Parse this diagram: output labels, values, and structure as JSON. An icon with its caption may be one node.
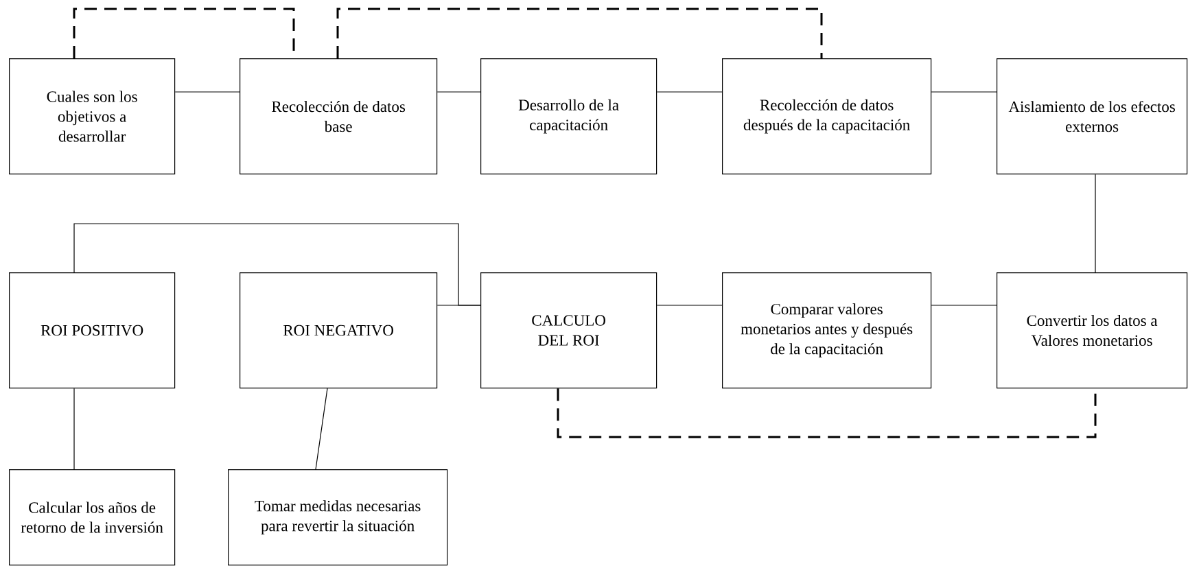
{
  "diagram": {
    "nodes": [
      {
        "text": [
          "Cuales son los objetivos a desarrollar"
        ]
      },
      {
        "text": [
          "Recolección de datos base"
        ]
      },
      {
        "text": [
          "Desarrollo de la capacitación"
        ]
      },
      {
        "text": [
          "Recolección de datos después de la capacitación"
        ]
      },
      {
        "text": [
          "Aislamiento de los efectos externos"
        ]
      },
      {
        "text": [
          "ROI POSITIVO"
        ]
      },
      {
        "text": [
          "ROI NEGATIVO"
        ]
      },
      {
        "text": [
          "CALCULO DEL ROI"
        ]
      },
      {
        "text": [
          "Comparar valores monetarios antes y después de la capacitación"
        ]
      },
      {
        "text": [
          "Convertir los datos a Valores monetarios"
        ]
      },
      {
        "text": [
          "Calcular los años de retorno de la inversión"
        ]
      },
      {
        "text": [
          "Tomar medidas necesarias para revertir la situación"
        ]
      }
    ],
    "edges": [
      {
        "from": 0,
        "to": 1,
        "arrow": "none"
      },
      {
        "from": 1,
        "to": 2,
        "arrow": "none"
      },
      {
        "from": 2,
        "to": 3,
        "arrow": "none"
      },
      {
        "from": 3,
        "to": 4,
        "arrow": "none"
      },
      {
        "from": 0,
        "to": 1,
        "arrow": "none",
        "style": "dashed"
      },
      {
        "from": 1,
        "to": 3,
        "arrow": "none",
        "style": "dashed"
      },
      {
        "from": 4,
        "to": 9,
        "arrow": "none"
      },
      {
        "from": 9,
        "to": 8,
        "arrow": "none"
      },
      {
        "from": 8,
        "to": 7,
        "arrow": "none"
      },
      {
        "from": 7,
        "to": 6,
        "arrow": "none"
      },
      {
        "from": 7,
        "to": 5,
        "arrow": "none"
      },
      {
        "from": 7,
        "to": 9,
        "arrow": "none",
        "style": "dashed"
      },
      {
        "from": 5,
        "to": 10,
        "arrow": "none"
      },
      {
        "from": 6,
        "to": 11,
        "arrow": "none"
      }
    ]
  }
}
